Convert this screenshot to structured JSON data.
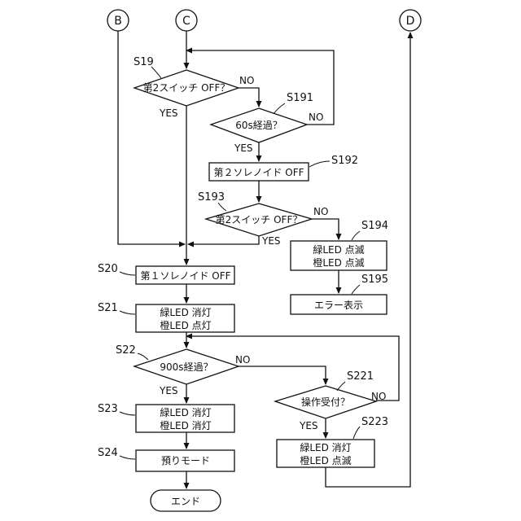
{
  "connectors": {
    "b": "B",
    "c": "C",
    "d": "D"
  },
  "steps": {
    "s19": {
      "id": "S19",
      "text": "第2スイッチ OFF？"
    },
    "s191": {
      "id": "S191",
      "text": "60s経過？"
    },
    "s192": {
      "id": "S192",
      "text": "第２ソレノイド OFF"
    },
    "s193": {
      "id": "S193",
      "text": "第2スイッチ OFF？"
    },
    "s194": {
      "id": "S194",
      "line1": "緑LED  点滅",
      "line2": "橙LED  点滅"
    },
    "s195": {
      "id": "S195",
      "text": "エラー表示"
    },
    "s20": {
      "id": "S20",
      "text": "第１ソレノイド OFF"
    },
    "s21": {
      "id": "S21",
      "line1": "緑LED  消灯",
      "line2": "橙LED  点灯"
    },
    "s22": {
      "id": "S22",
      "text": "900s経過？"
    },
    "s221": {
      "id": "S221",
      "text": "操作受付？"
    },
    "s223": {
      "id": "S223",
      "line1": "緑LED  消灯",
      "line2": "橙LED  点滅"
    },
    "s23": {
      "id": "S23",
      "line1": "緑LED  消灯",
      "line2": "橙LED  消灯"
    },
    "s24": {
      "id": "S24",
      "text": "預りモード"
    },
    "end": {
      "text": "エンド"
    }
  },
  "flow_labels": {
    "yes": "YES",
    "no": "NO"
  }
}
